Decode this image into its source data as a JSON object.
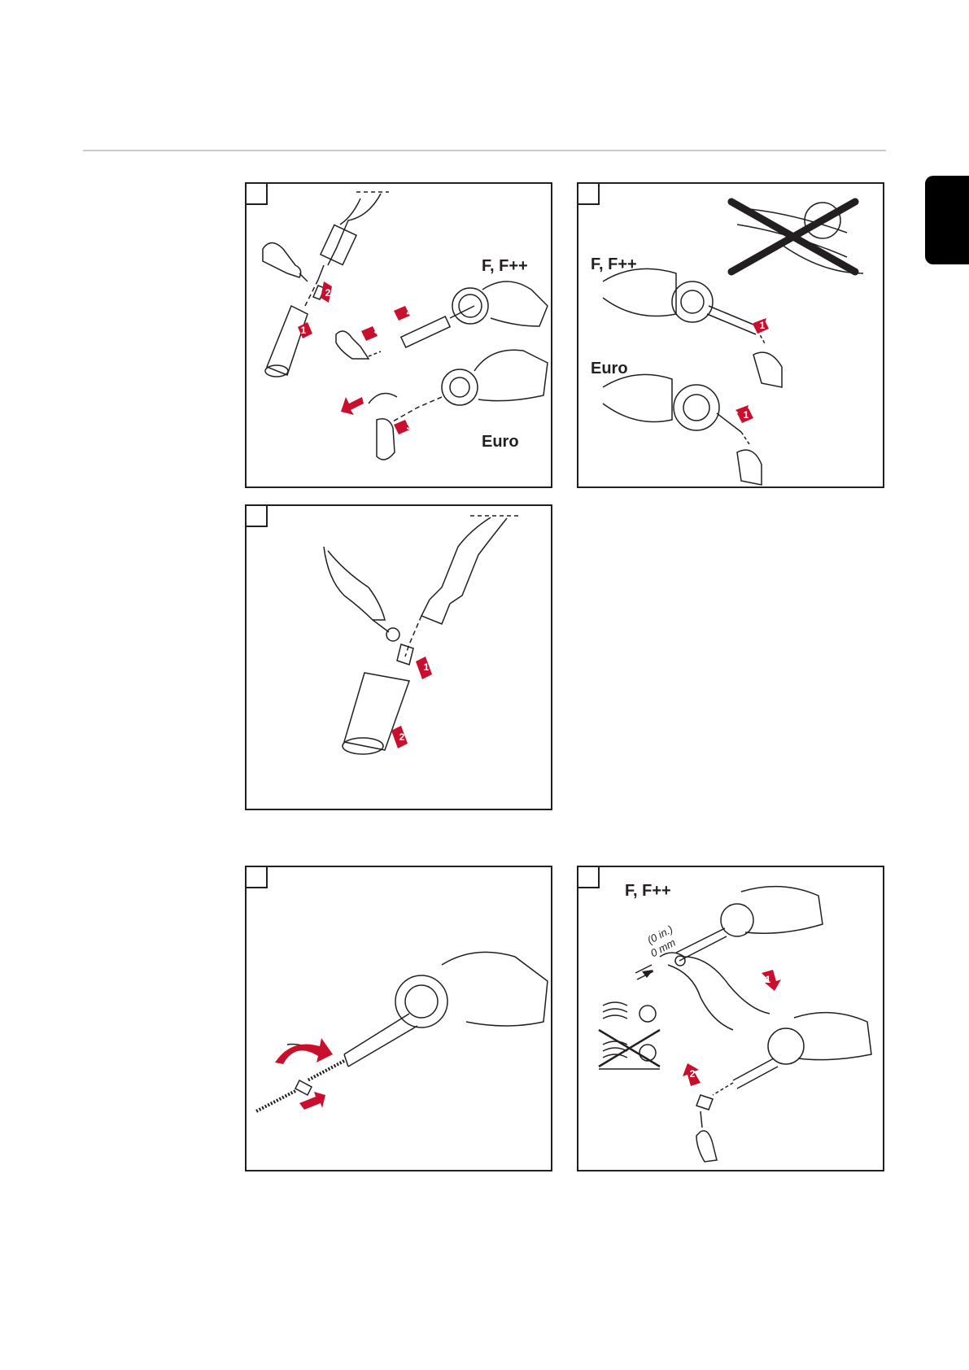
{
  "panels": {
    "p1": {
      "label_top": "F, F++",
      "label_bottom": "Euro",
      "steps": [
        "1",
        "2",
        "3",
        "4",
        "3"
      ]
    },
    "p2": {
      "label_top": "F, F++",
      "label_bottom": "Euro",
      "steps": [
        "1",
        "1"
      ]
    },
    "p3": {
      "steps": [
        "1",
        "2"
      ]
    },
    "p4": {},
    "p5": {
      "label_top": "F, F++",
      "measure_in": "(0 in.)",
      "measure_mm": "0 mm",
      "steps": [
        "1",
        "2"
      ]
    }
  },
  "colors": {
    "arrow": "#c8102e",
    "line": "#231f20",
    "tab": "#000000"
  }
}
